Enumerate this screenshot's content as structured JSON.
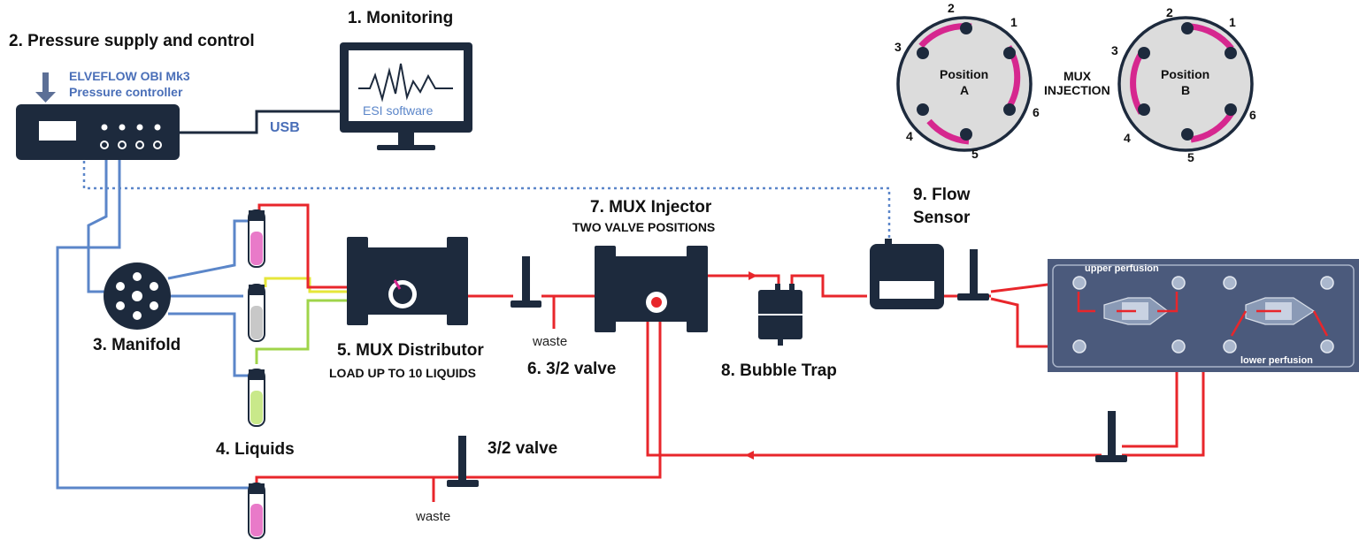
{
  "labels": {
    "monitoring": "1. Monitoring",
    "pressure": "2. Pressure supply and control",
    "controller_brand": "ELVEFLOW OBI Mk3",
    "controller_name": "Pressure controller",
    "usb": "USB",
    "software": "ESI software",
    "manifold": "3. Manifold",
    "liquids": "4. Liquids",
    "distributor": "5. MUX Distributor",
    "distributor_sub": "LOAD UP TO 10 LIQUIDS",
    "valve6": "6. 3/2 valve",
    "waste": "waste",
    "injector": "7. MUX Injector",
    "injector_sub": "TWO VALVE POSITIONS",
    "bubble_trap": "8. Bubble Trap",
    "flow_sensor_1": "9. Flow",
    "flow_sensor_2": "Sensor",
    "valve_bottom": "3/2 valve",
    "waste_bottom": "waste",
    "upper_perfusion": "upper perfusion",
    "lower_perfusion": "lower perfusion",
    "mux_injection_1": "MUX",
    "mux_injection_2": "INJECTION",
    "position_a_1": "Position",
    "position_a_2": "A",
    "position_b_1": "Position",
    "position_b_2": "B"
  },
  "port_numbers": [
    "1",
    "2",
    "3",
    "4",
    "5",
    "6"
  ],
  "colors": {
    "device": "#1d2a3d",
    "red_line": "#e8262b",
    "blue_line": "#5b86c9",
    "yellow_line": "#e6e63a",
    "green_line": "#9fd44a",
    "magenta": "#d6278f",
    "valve_disk": "#dcdcdc",
    "liquid_pink": "#e97ac9",
    "liquid_gray": "#c8c8c8",
    "liquid_green": "#c9e98a"
  }
}
